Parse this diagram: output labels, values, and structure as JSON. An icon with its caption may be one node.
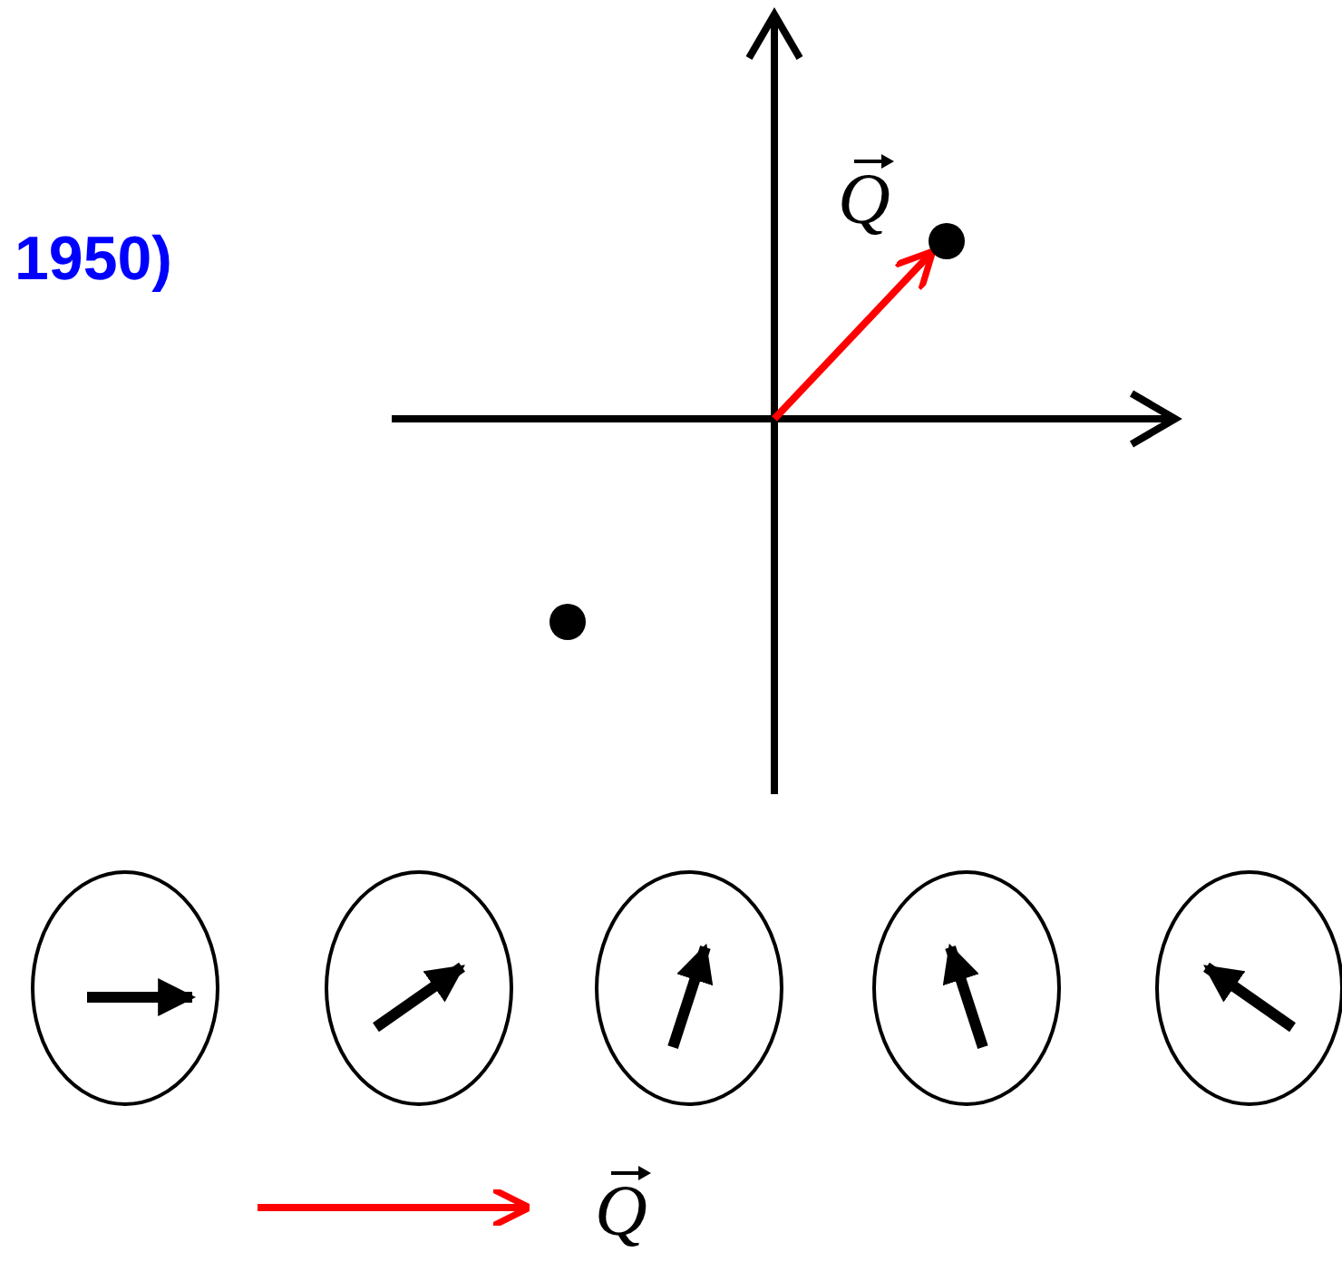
{
  "diagram": {
    "labels": [
      "1950)",
      "Q",
      "Q"
    ]
  }
}
